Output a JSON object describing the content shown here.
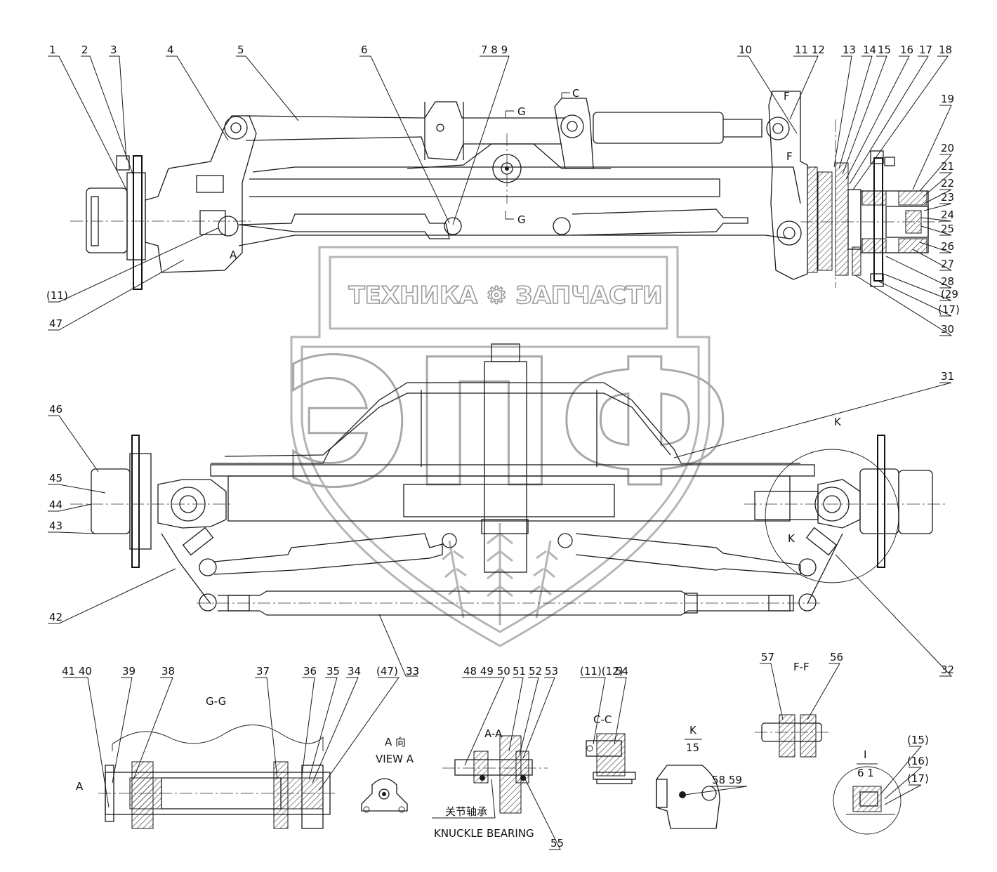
{
  "watermark": {
    "brand_text": "ТЕХНИКА ⚙ ЗАПЧАСТИ",
    "logo_letters": "ЭПФ"
  },
  "top_view_labels": [
    "1",
    "2",
    "3",
    "4",
    "5",
    "6",
    "7 8 9",
    "10",
    "11 12",
    "13",
    "14",
    "15",
    "16",
    "17",
    "18",
    "19",
    "20",
    "21",
    "22",
    "23",
    "24",
    "25",
    "26",
    "27",
    "28",
    "(29",
    "(17)",
    "30",
    "(11)",
    "47"
  ],
  "front_view_labels": [
    "46",
    "45",
    "44",
    "43",
    "42",
    "33",
    "32",
    "31"
  ],
  "bottom_labels": [
    "41 40",
    "39",
    "38",
    "37",
    "36",
    "35",
    "34",
    "(47)",
    "33",
    "48 49 50",
    "51",
    "52",
    "53",
    "55",
    "(11)(12)",
    "54",
    "57",
    "56",
    "58 59",
    "(15)",
    "(16)",
    "(17)"
  ],
  "section_titles": {
    "gg": "G-G",
    "aa": "A-A",
    "cc": "C-C",
    "ff": "F-F",
    "view_a_cn": "A 向",
    "view_a_en": "VIEW A",
    "k_top": "K",
    "k_bottom": "15",
    "i_top": "I",
    "i_bottom": "6 1",
    "knuckle_cn": "关节轴承",
    "knuckle_en": "KNUCKLE BEARING"
  },
  "section_marks": {
    "g": "G",
    "a": "A",
    "f": "F",
    "c": "C",
    "k": "K"
  }
}
